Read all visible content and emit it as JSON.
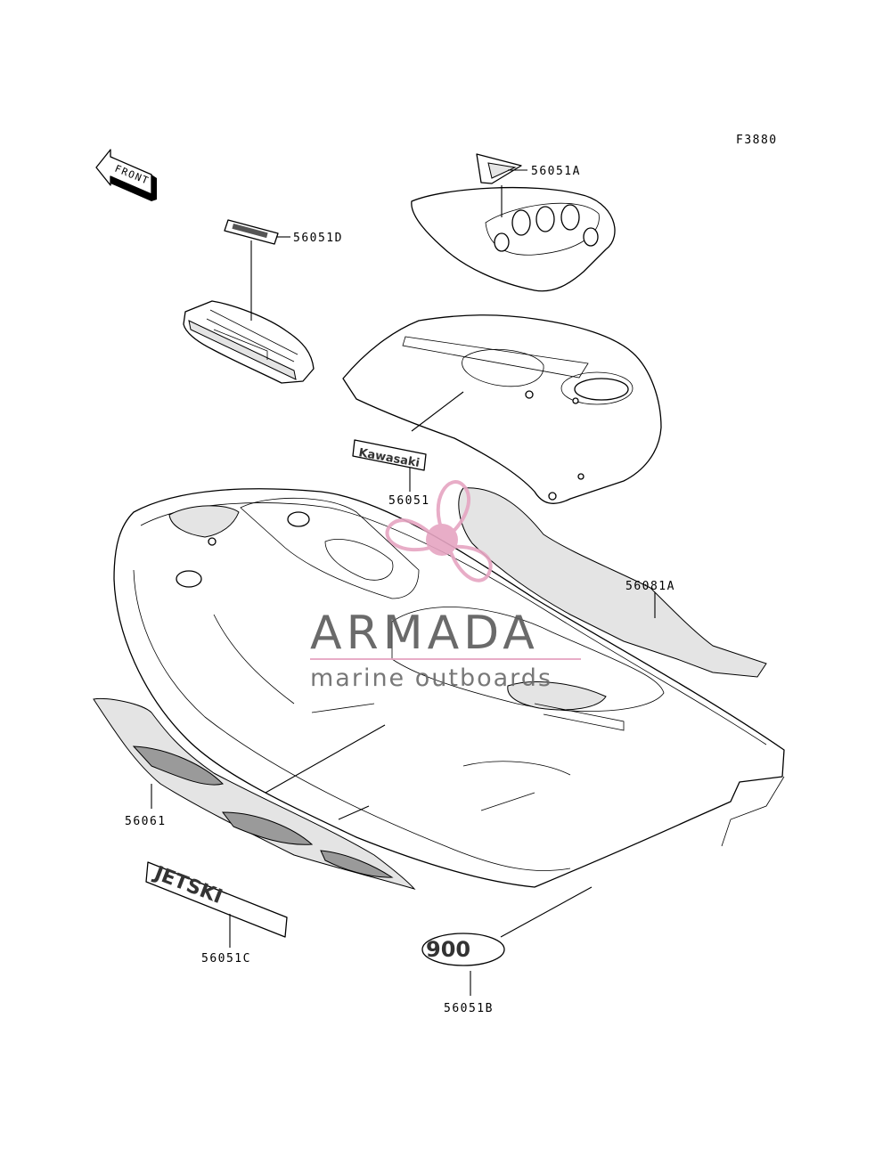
{
  "diagram_code": "F3880",
  "front_arrow_text": "FRONT",
  "parts": [
    {
      "key": "56051A",
      "label": "56051A"
    },
    {
      "key": "56051D",
      "label": "56051D"
    },
    {
      "key": "56051",
      "label": "56051"
    },
    {
      "key": "56081A",
      "label": "56081A"
    },
    {
      "key": "56061",
      "label": "56061"
    },
    {
      "key": "56051C",
      "label": "56051C"
    },
    {
      "key": "56051B",
      "label": "56051B"
    }
  ],
  "decal_texts": {
    "kawasaki": "Kawasaki",
    "jetski": "JETSKI",
    "model": "900"
  },
  "watermark": {
    "brand": "ARMADA",
    "tagline": "marine outboards",
    "color": "#e6a5c2"
  }
}
